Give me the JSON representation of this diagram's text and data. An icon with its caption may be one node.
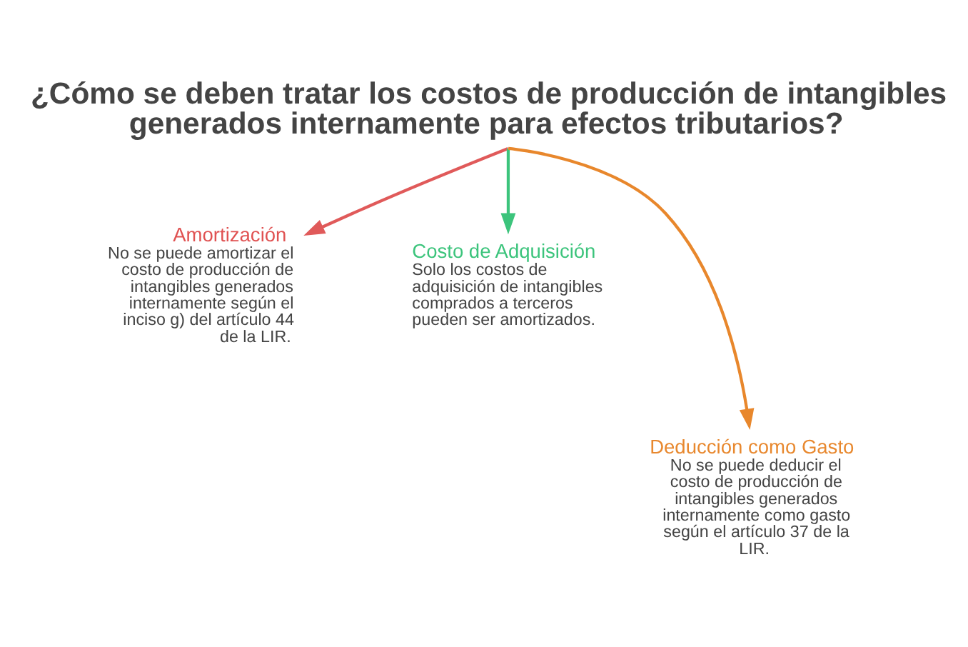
{
  "diagram": {
    "title": "¿Cómo se deben tratar los costos de producción de intangibles generados internamente para efectos tributarios?",
    "nodes": [
      {
        "text": [
          "Amortización",
          "No se puede amortizar el costo de producción de intangibles generados internamente según el inciso g) del artículo 44 de la LIR."
        ]
      },
      {
        "text": [
          "Costo de Adquisición",
          "Solo los costos de adquisición de intangibles comprados a terceros pueden ser amortizados."
        ]
      },
      {
        "text": [
          "Deducción como Gasto",
          "No se puede deducir el costo de producción de intangibles generados internamente como gasto según el artículo 37 de la LIR."
        ]
      }
    ],
    "edges": [
      {
        "from": null,
        "to": 0,
        "arrow": "to",
        "color": "#e05a5a"
      },
      {
        "from": null,
        "to": 2,
        "arrow": "to",
        "color": "#e8872c"
      },
      {
        "from": null,
        "to": 1,
        "arrow": "to",
        "color": "#3cc47c"
      }
    ]
  }
}
